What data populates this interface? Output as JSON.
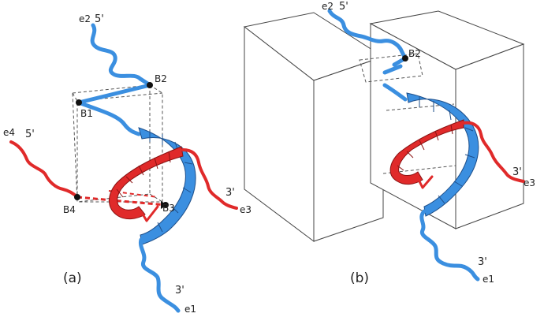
{
  "colors": {
    "blue_strand": "#3b8fe0",
    "red_strand": "#e02a2a",
    "outline": "#444444",
    "background": "#ffffff"
  },
  "panel_a": {
    "caption": "(a)",
    "labels": {
      "e1": "e1",
      "e2": "e2",
      "e3": "e3",
      "e4": "e4",
      "b1": "B1",
      "b2": "B2",
      "b3": "B3",
      "b4": "B4",
      "five_prime": "5'",
      "three_prime": "3'"
    }
  },
  "panel_b": {
    "caption": "(b)",
    "labels": {
      "e1": "e1",
      "e2": "e2",
      "e3": "e3",
      "b2": "B2",
      "five_prime": "5'",
      "three_prime": "3'"
    }
  }
}
